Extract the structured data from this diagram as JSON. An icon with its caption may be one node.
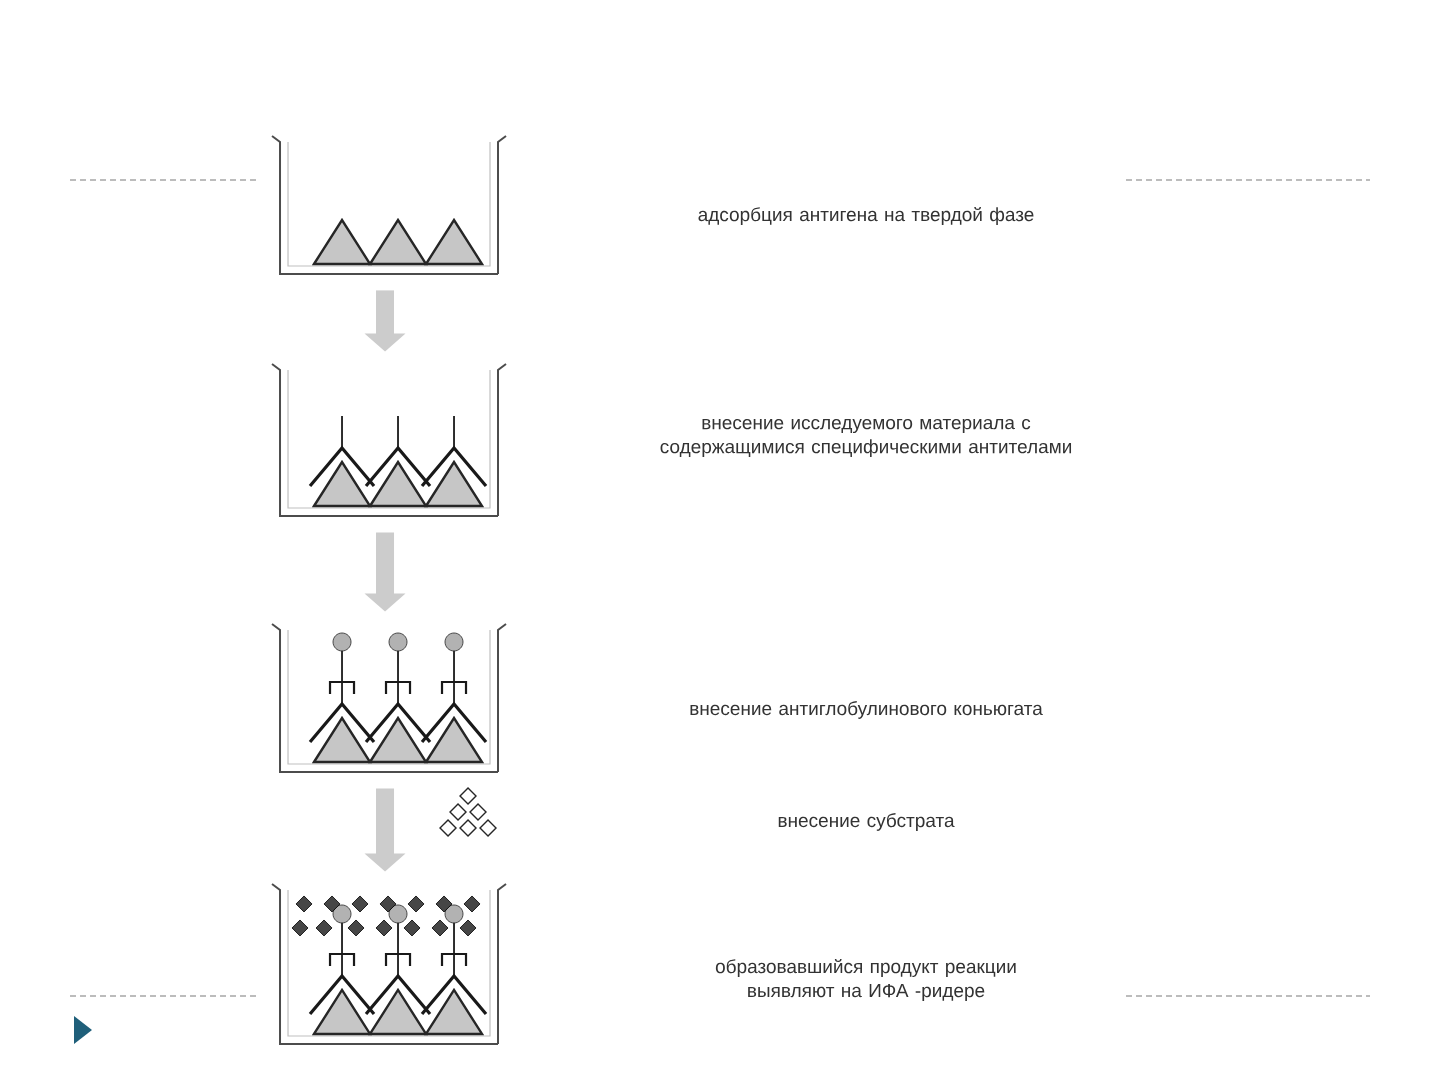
{
  "diagram": {
    "nodes": [
      {
        "text": [],
        "shape": "picture"
      },
      {
        "text": [],
        "shape": "picture"
      },
      {
        "text": [],
        "shape": "picture"
      },
      {
        "text": [],
        "shape": "picture"
      }
    ],
    "edges": [
      {
        "from": 0,
        "to": 1,
        "arrow": "to"
      },
      {
        "from": 1,
        "to": 2,
        "arrow": "to"
      },
      {
        "from": 2,
        "to": 3,
        "arrow": "to"
      }
    ],
    "labels": [
      "адсорбция антигена на твердой фазе",
      "внесение исследуемого материала с содержащимися специфическими антителами",
      "внесение антиглобулинового коньюгата",
      "внесение субстрата",
      "образовавшийся продукт реакции выявляют на ИФА -ридере"
    ]
  }
}
